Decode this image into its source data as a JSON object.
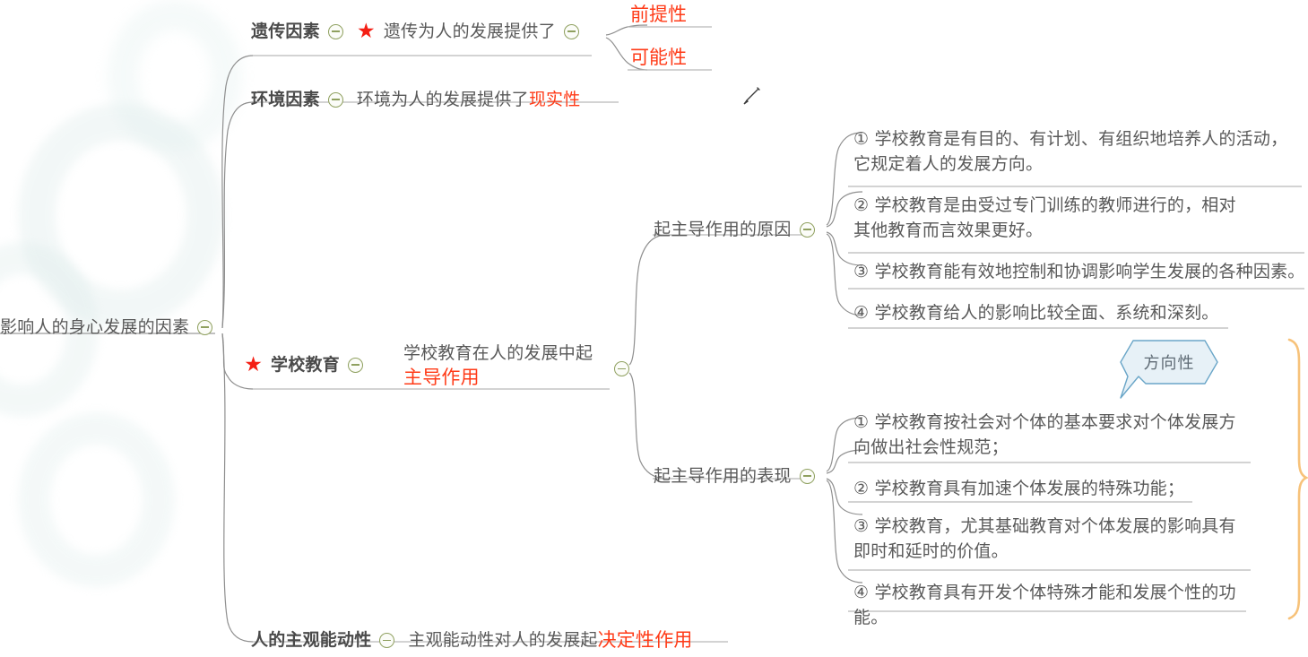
{
  "mindmap": {
    "root": {
      "label": "影响人的身心发展的因素",
      "toggle": "collapse-toggle"
    },
    "branches": [
      {
        "id": "heredity",
        "label": "遗传因素",
        "detail_prefix": "遗传为人的发展提供了",
        "starred": true,
        "children": [
          {
            "label": "前提性",
            "color": "#ff3b18"
          },
          {
            "label": "可能性",
            "color": "#ff3b18"
          }
        ]
      },
      {
        "id": "environment",
        "label": "环境因素",
        "detail_prefix": "环境为人的发展提供了",
        "detail_accent": "现实性",
        "starred": false
      },
      {
        "id": "school-education",
        "label": "学校教育",
        "starred": true,
        "detail_line1": "学校教育在人的发展中起",
        "detail_accent": "主导作用",
        "groups": [
          {
            "id": "reasons",
            "label": "起主导作用的原因",
            "items": [
              "① 学校教育是有目的、有计划、有组织地培养人的活动，它规定着人的发展方向。",
              "② 学校教育是由受过专门训练的教师进行的，相对其他教育而言效果更好。",
              "③ 学校教育能有效地控制和协调影响学生发展的各种因素。",
              "④ 学校教育给人的影响比较全面、系统和深刻。"
            ]
          },
          {
            "id": "manifestations",
            "label": "起主导作用的表现",
            "items": [
              "① 学校教育按社会对个体的基本要求对个体发展方向做出社会性规范；",
              "② 学校教育具有加速个体发展的特殊功能；",
              "③ 学校教育，尤其基础教育对个体发展的影响具有即时和延时的价值。",
              "④ 学校教育具有开发个体特殊才能和发展个性的功能。"
            ]
          }
        ]
      },
      {
        "id": "subjective-initiative",
        "label": "人的主观能动性",
        "detail_prefix": "主观能动性对人的发展起",
        "detail_accent": "决定性作用",
        "starred": false
      }
    ],
    "callout": {
      "label": "方向性",
      "fill": "#e7f1f7",
      "stroke": "#6aa6c8",
      "text_color": "#5f6b75"
    },
    "brace": {
      "color": "#f7c27a"
    },
    "cursor": {
      "icon": "pencil-cursor"
    },
    "colors": {
      "text": "#595959",
      "accent_red": "#ff3b18",
      "star_red": "#f41f14",
      "toggle_green": "#8fa05f",
      "link_line": "#8f8f8f",
      "underline": "#b9b9b9"
    }
  }
}
